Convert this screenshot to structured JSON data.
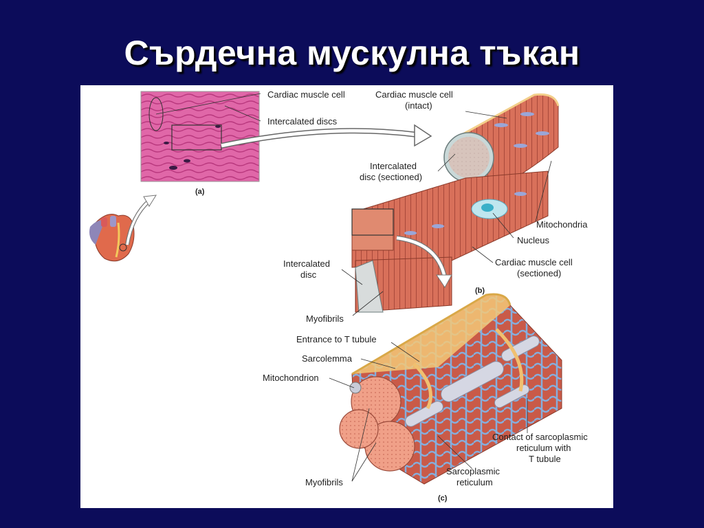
{
  "slide": {
    "title": "Сърдечна мускулна тъкан"
  },
  "figure": {
    "panel_a": {
      "tag": "(a)",
      "labels": {
        "cardiac_muscle_cell": "Cardiac muscle cell",
        "intercalated_discs": "Intercalated discs"
      }
    },
    "panel_b": {
      "tag": "(b)",
      "labels": {
        "cell_intact_1": "Cardiac muscle cell",
        "cell_intact_2": "(intact)",
        "disc_sectioned_1": "Intercalated",
        "disc_sectioned_2": "disc (sectioned)",
        "mitochondria": "Mitochondria",
        "nucleus": "Nucleus",
        "cell_sectioned_1": "Cardiac muscle cell",
        "cell_sectioned_2": "(sectioned)",
        "intercalated_disc_1": "Intercalated",
        "intercalated_disc_2": "disc",
        "myofibrils": "Myofibrils"
      }
    },
    "panel_c": {
      "tag": "(c)",
      "labels": {
        "t_tubule_entrance": "Entrance to T tubule",
        "sarcolemma": "Sarcolemma",
        "mitochondrion": "Mitochondrion",
        "contact_1": "Contact of sarcoplasmic",
        "contact_2": "reticulum with",
        "contact_3": "T tubule",
        "sr_1": "Sarcoplasmic",
        "sr_2": "reticulum",
        "myofibrils": "Myofibrils"
      }
    },
    "colors": {
      "tissue_pink": "#d9509c",
      "muscle_red": "#d8705a",
      "muscle_dark": "#b84a3a",
      "membrane_yellow": "#f0c070",
      "reticulum_blue": "#7fa7d8",
      "tubule_grey": "#c8cbd8"
    }
  }
}
